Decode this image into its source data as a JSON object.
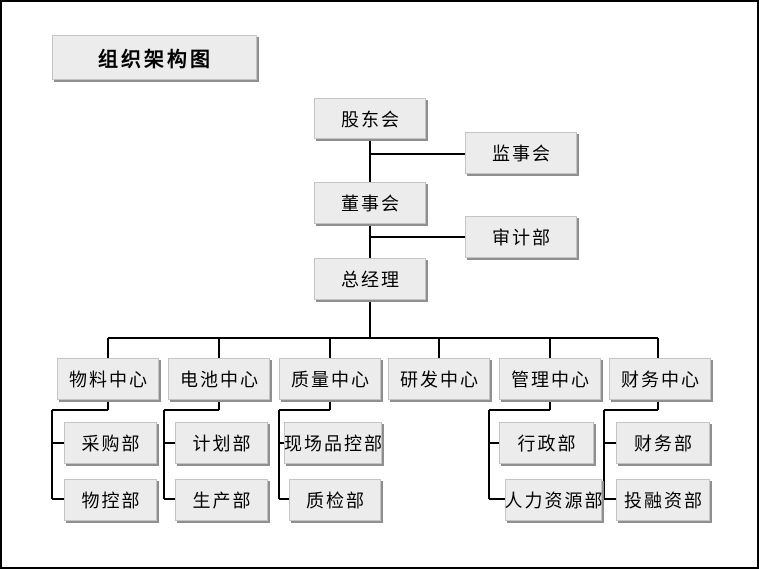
{
  "title": {
    "label": "组织架构图"
  },
  "org": {
    "nodes": {
      "shareholders": "股东会",
      "supervisors": "监事会",
      "board": "董事会",
      "audit": "审计部",
      "general_manager": "总经理"
    },
    "centers": [
      {
        "label": "物料中心",
        "departments": [
          "采购部",
          "物控部"
        ]
      },
      {
        "label": "电池中心",
        "departments": [
          "计划部",
          "生产部"
        ]
      },
      {
        "label": "质量中心",
        "departments": [
          "现场品控部",
          "质检部"
        ]
      },
      {
        "label": "研发中心",
        "departments": []
      },
      {
        "label": "管理中心",
        "departments": [
          "行政部",
          "人力资源部"
        ]
      },
      {
        "label": "财务中心",
        "departments": [
          "财务部",
          "投融资部"
        ]
      }
    ]
  },
  "colors": {
    "background": "#ffffff",
    "frame": "#000000",
    "box_fill": "#ececec",
    "box_border": "#c4c4c4",
    "box_shadow": "#8f8f8f",
    "line": "#000000"
  }
}
